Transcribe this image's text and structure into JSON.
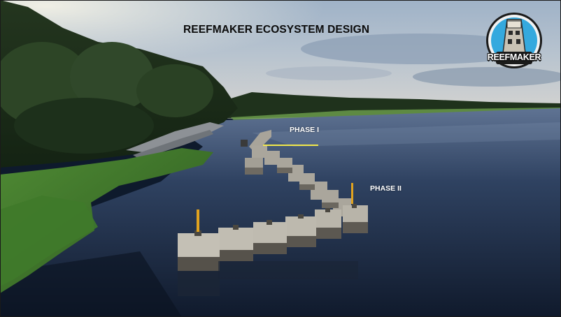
{
  "slide": {
    "title": "REEFMAKER ECOSYSTEM DESIGN",
    "labels": {
      "phase_1": "PHASE I",
      "phase_2": "PHASE II"
    },
    "logo": {
      "text": "REEFMAKER",
      "icon": "reef-unit-icon"
    },
    "colors": {
      "phase_marker_line": "#f2e84a",
      "logo_blue": "#35a9de"
    }
  }
}
